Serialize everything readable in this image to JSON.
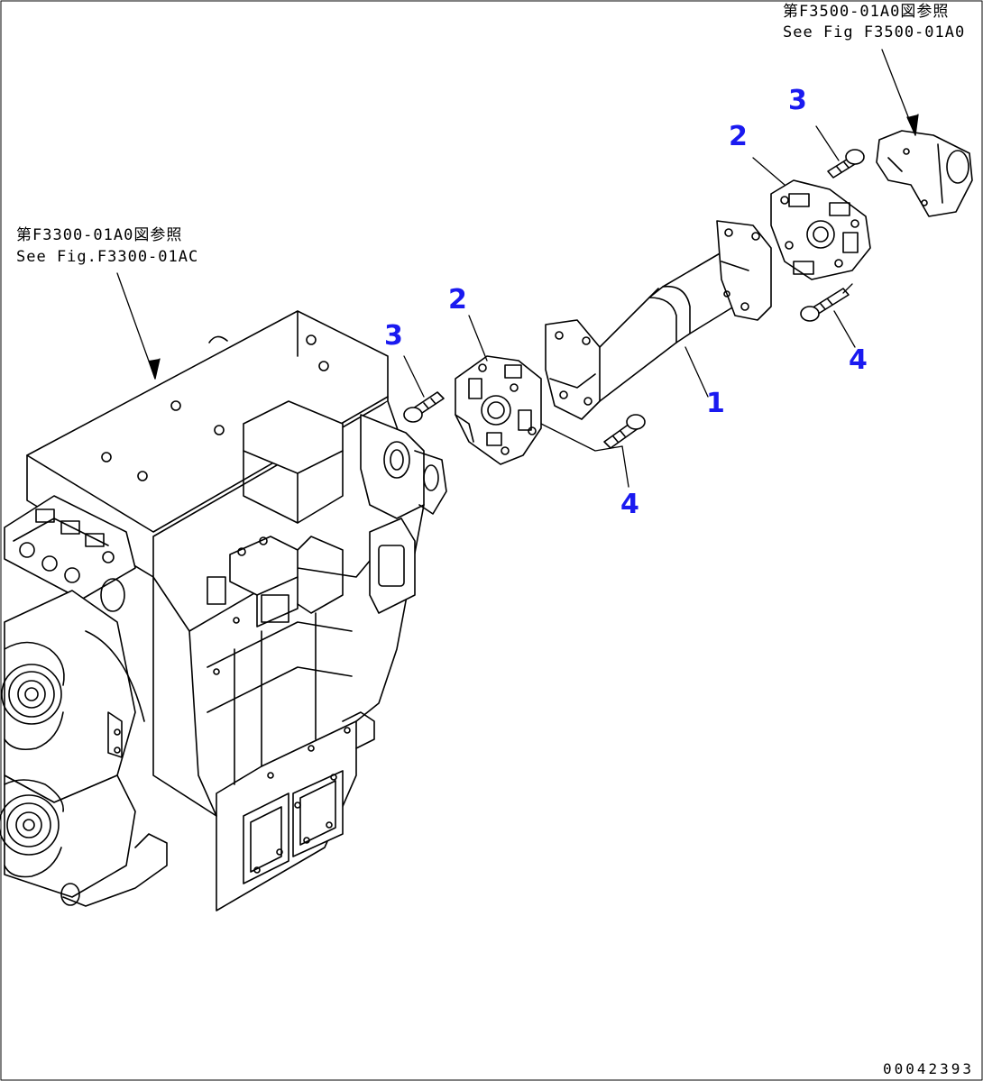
{
  "references": {
    "rear": {
      "jp": "第F3500-01A0図参照",
      "en": "See Fig F3500-01A0"
    },
    "front": {
      "jp": "第F3300-01A0図参照",
      "en": "See Fig.F3300-01AC"
    }
  },
  "callouts": {
    "part1": "1",
    "part2_front": "2",
    "part2_rear": "2",
    "part3_front": "3",
    "part3_rear": "3",
    "part4_front": "4",
    "part4_rear": "4"
  },
  "drawing_code": "00042393",
  "colors": {
    "callout": "#1a1af0",
    "line": "#000000",
    "background": "#ffffff"
  }
}
